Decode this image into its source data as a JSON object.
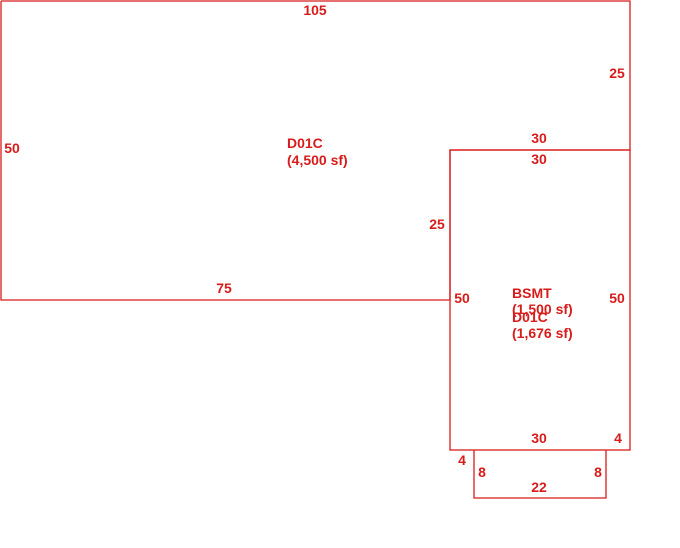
{
  "colors": {
    "line": "#d81b1b",
    "text": "#d81b1b",
    "background": "#ffffff"
  },
  "areas": [
    {
      "name": "D01C",
      "area": "(4,500 sf)"
    },
    {
      "name": "BSMT",
      "area": "(1,500 sf)"
    },
    {
      "name": "D01C",
      "area": "(1,676 sf)"
    }
  ],
  "dimensions": {
    "main_top": "105",
    "main_right_upper": "25",
    "main_left": "50",
    "main_bottom": "75",
    "main_inner_vertical": "25",
    "block_top_outer": "30",
    "block_top_inner": "30",
    "block_left": "50",
    "block_right": "50",
    "block_bottom": "30",
    "block_corner_right": "4",
    "block_corner_left": "4",
    "step_left": "8",
    "step_right": "8",
    "step_bottom": "22"
  }
}
